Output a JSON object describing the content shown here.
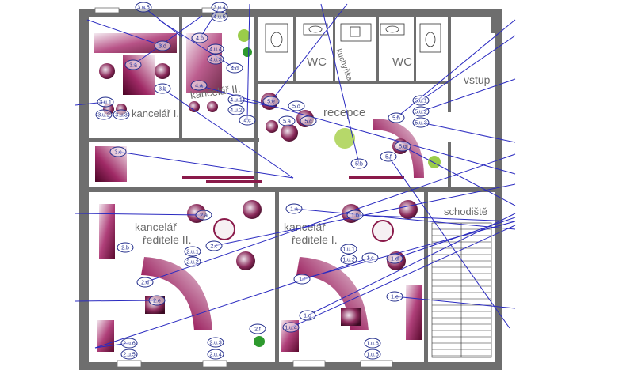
{
  "rooms": {
    "wc1": "WC",
    "wc2": "WC",
    "kitchen": "kuchyňka",
    "entrance": "vstup",
    "office1": "kancelář I.",
    "office2": "kancelář II.",
    "reception": "recepce",
    "director2_line1": "kancelář",
    "director2_line2": "ředitele II.",
    "director1_line1": "kancelář",
    "director1_line2": "ředitele I.",
    "stairs": "schodiště"
  },
  "tags": [
    "3.u.5",
    "3.u.4",
    "3.d",
    "3.a",
    "3.b",
    "3.u.3",
    "3.u.2",
    "3.u.1",
    "3.c",
    "4.u.5",
    "4.u.4",
    "4.u.3",
    "4.b",
    "4.a",
    "4.d",
    "4.c",
    "4.u.1",
    "4.u.2",
    "5.e",
    "5.d",
    "5.a",
    "5.c",
    "5.b",
    "5.f",
    "5.g",
    "5.h",
    "5.u.1",
    "5.u.2",
    "5.u.3",
    "1.a",
    "1.b",
    "1.u.1",
    "1.u.2",
    "1.c",
    "1.d",
    "1.e",
    "1.f",
    "1.g",
    "1.u.4",
    "1.u.5",
    "1.u.6",
    "2.a",
    "2.b",
    "2.u.1",
    "2.u.2",
    "2.c",
    "2.d",
    "2.e",
    "2.f",
    "2.u.3",
    "2.u.4",
    "2.u.5",
    "2.u.6"
  ],
  "colors": {
    "wall": "#6e6e6e",
    "furniture": "#8a1a4a",
    "lines": "#2a2ac0",
    "tag": "#1f2a8a",
    "plant": "#2e9a2e"
  }
}
